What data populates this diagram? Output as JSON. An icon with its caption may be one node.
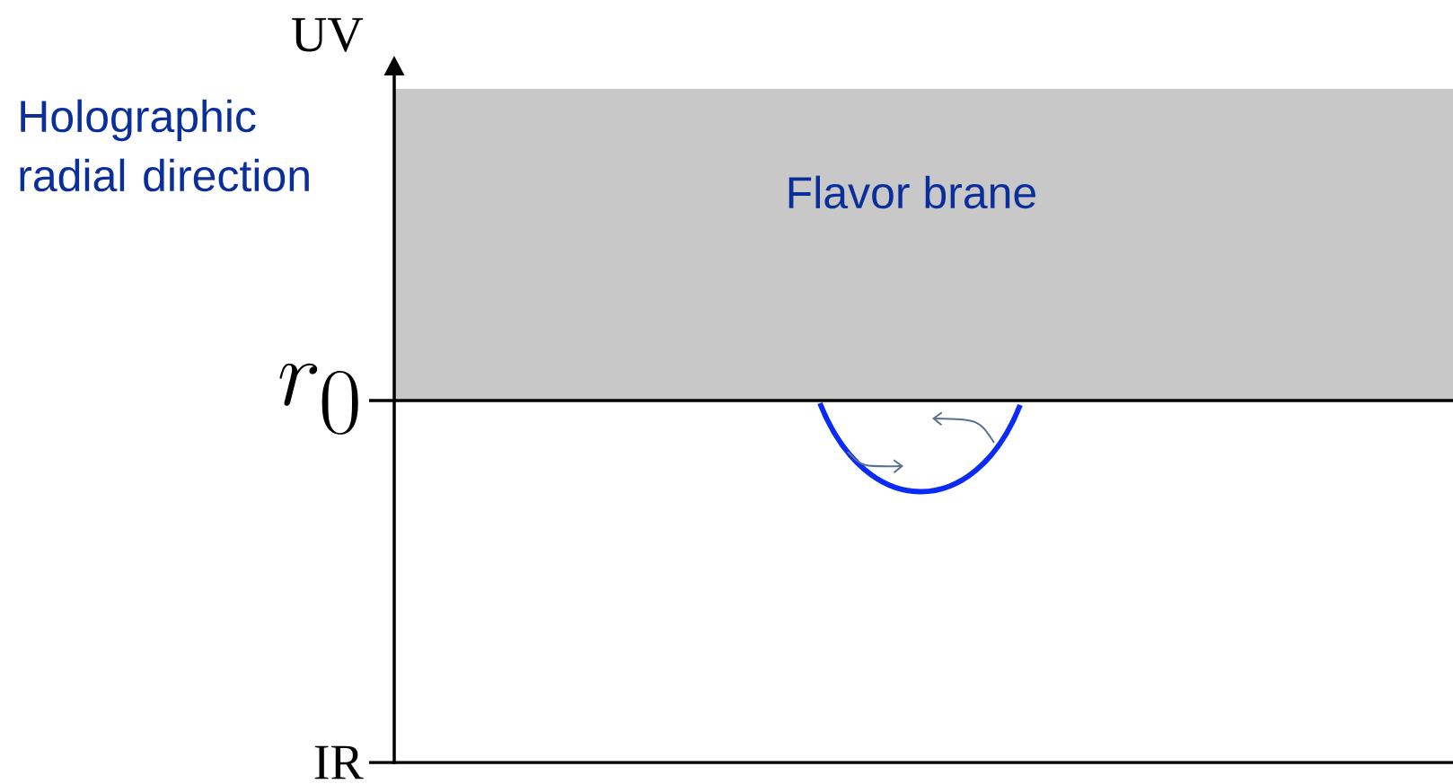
{
  "diagram": {
    "nodes": [
      {
        "text": [
          "Flavor brane"
        ]
      }
    ],
    "labels": [
      "UV",
      "Holographic radial direction",
      "r_0",
      "IR"
    ]
  }
}
